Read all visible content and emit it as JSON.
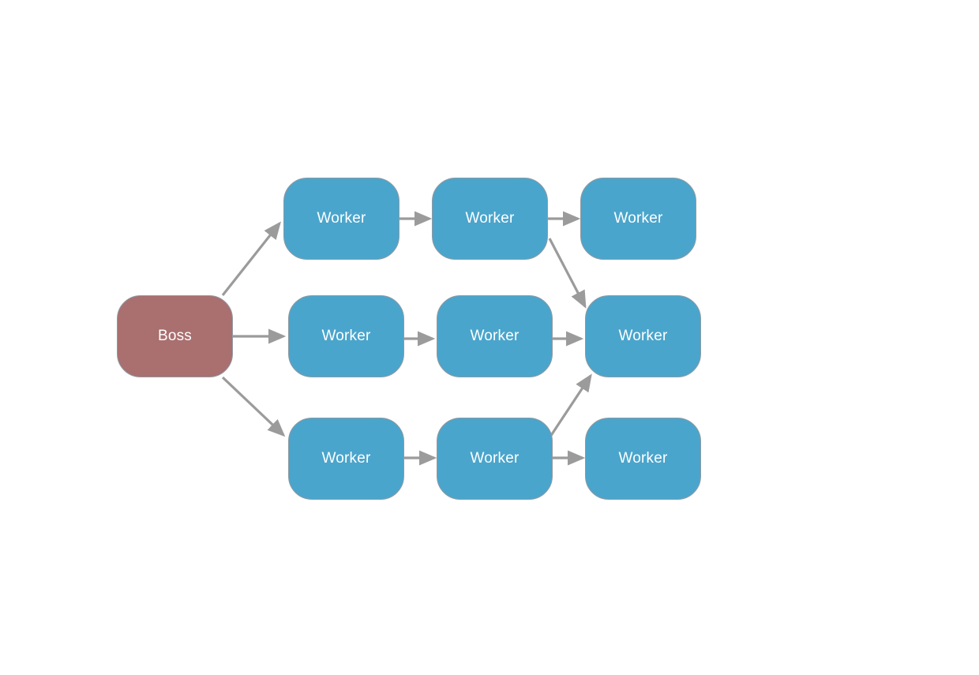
{
  "nodes": {
    "boss": "Boss",
    "w1": "Worker",
    "w2": "Worker",
    "w3": "Worker",
    "w4": "Worker",
    "w5": "Worker",
    "w6": "Worker",
    "w7": "Worker",
    "w8": "Worker",
    "w9": "Worker"
  },
  "edges": [
    {
      "from": "boss",
      "to": "w1"
    },
    {
      "from": "boss",
      "to": "w4"
    },
    {
      "from": "boss",
      "to": "w7"
    },
    {
      "from": "w1",
      "to": "w2"
    },
    {
      "from": "w2",
      "to": "w3"
    },
    {
      "from": "w2",
      "to": "w6"
    },
    {
      "from": "w4",
      "to": "w5"
    },
    {
      "from": "w5",
      "to": "w6"
    },
    {
      "from": "w7",
      "to": "w8"
    },
    {
      "from": "w8",
      "to": "w6"
    },
    {
      "from": "w8",
      "to": "w9"
    }
  ],
  "colors": {
    "boss_fill": "#aa6f6f",
    "worker_fill": "#4aa5cc",
    "arrow": "#9b9b9b",
    "text": "#ffffff"
  }
}
